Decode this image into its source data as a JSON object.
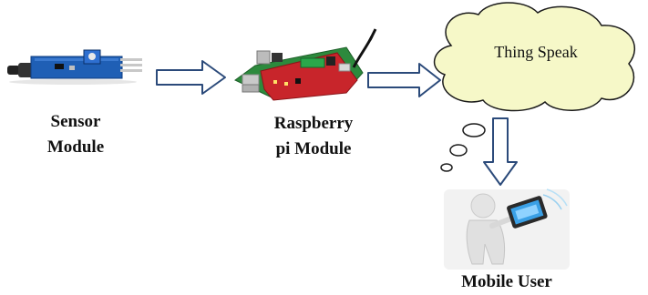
{
  "nodes": {
    "sensor": {
      "label_line1": "Sensor",
      "label_line2": "Module",
      "icon": "ir-sensor-module-icon"
    },
    "raspberry": {
      "label_line1": "Raspberry",
      "label_line2": "pi Module",
      "icon": "raspberry-pi-board-icon"
    },
    "cloud": {
      "label": "Thing Speak",
      "icon": "thought-cloud-icon"
    },
    "mobile": {
      "label": "Mobile User",
      "icon": "person-with-tablet-icon"
    }
  },
  "edges": [
    {
      "from": "sensor",
      "to": "raspberry"
    },
    {
      "from": "raspberry",
      "to": "cloud"
    },
    {
      "from": "cloud",
      "to": "mobile"
    }
  ],
  "colors": {
    "arrow_fill": "#ffffff",
    "arrow_stroke": "#2b4a7a",
    "cloud_fill": "#f6f8c8",
    "cloud_stroke": "#1a1a1a",
    "board_red": "#c8252b",
    "board_green": "#2d8a3d",
    "sensor_blue": "#1f5fb5"
  }
}
